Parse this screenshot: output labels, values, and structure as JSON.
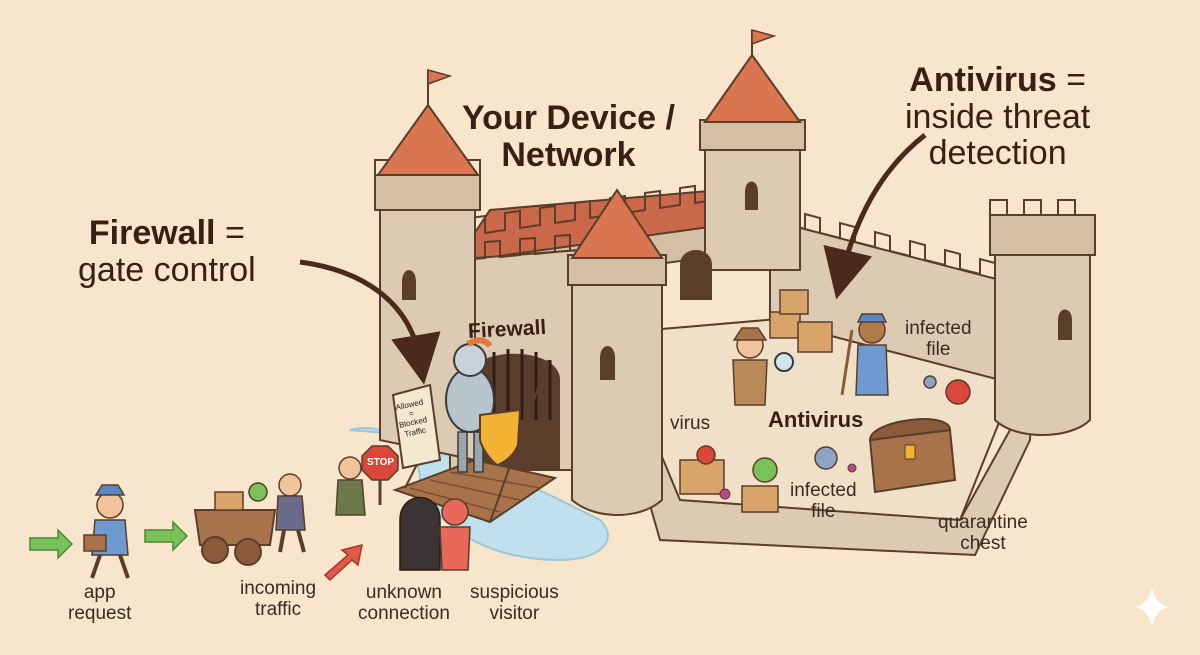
{
  "title": {
    "line1": "Your Device /",
    "line2": "Network"
  },
  "firewall_caption": {
    "term": "Firewall",
    "equals": "=",
    "meaning": "gate control"
  },
  "antivirus_caption": {
    "term": "Antivirus",
    "equals": "=",
    "meaning_line1": "inside threat",
    "meaning_line2": "detection"
  },
  "castle_labels": {
    "gate_sign": "Firewall",
    "antivirus_sign": "Antivirus",
    "virus": "virus",
    "infected_file_top": {
      "line1": "infected",
      "line2": "file"
    },
    "infected_file_bottom": {
      "line1": "infected",
      "line2": "file"
    },
    "quarantine": {
      "line1": "quarantine",
      "line2": "chest"
    },
    "stop_sign": "STOP",
    "book": {
      "line1": "Allowed",
      "line2": "=",
      "line3": "Blocked",
      "line4": "Traffic"
    }
  },
  "traffic_labels": {
    "app_request": {
      "line1": "app",
      "line2": "request"
    },
    "incoming_traffic": {
      "line1": "incoming",
      "line2": "traffic"
    },
    "unknown_connection": {
      "line1": "unknown",
      "line2": "connection"
    },
    "suspicious_visitor": {
      "line1": "suspicious",
      "line2": "visitor"
    }
  },
  "colors": {
    "background": "#f8e6cc",
    "stone": "#dccab2",
    "stone_dark": "#c9b497",
    "roof": "#d9764f",
    "outline": "#5a3d2b",
    "arrow_dark": "#4a2a1d",
    "arrow_green": "#7bc15a",
    "arrow_red": "#e05a4a",
    "water": "#bfe0ec",
    "knight_shield": "#f2b233"
  }
}
